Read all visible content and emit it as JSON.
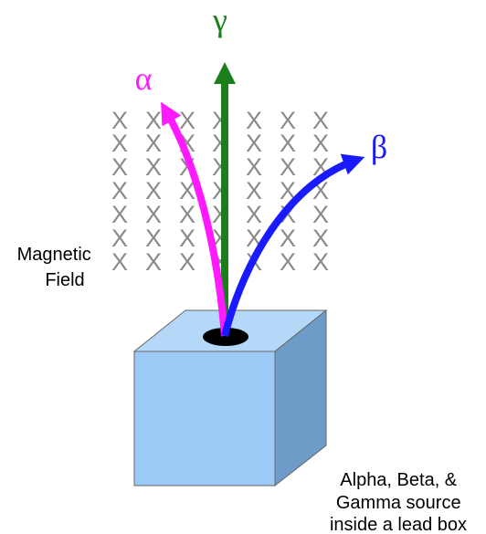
{
  "field_mark": "X",
  "field_label": {
    "line1": "Magnetic",
    "line2": "Field"
  },
  "rays": {
    "gamma": {
      "symbol": "γ",
      "color": "#1a7f1a"
    },
    "alpha": {
      "symbol": "α",
      "color": "#ff1aff"
    },
    "beta": {
      "symbol": "β",
      "color": "#1a1aff"
    }
  },
  "source_label": {
    "line1": "Alpha, Beta, &",
    "line2": "Gamma source",
    "line3": "inside a lead box"
  },
  "colors": {
    "box_front": "#9cc9f5",
    "box_top": "#b5d8f8",
    "box_side": "#6e9cc8",
    "box_edge": "#666666",
    "hole": "#000000"
  }
}
